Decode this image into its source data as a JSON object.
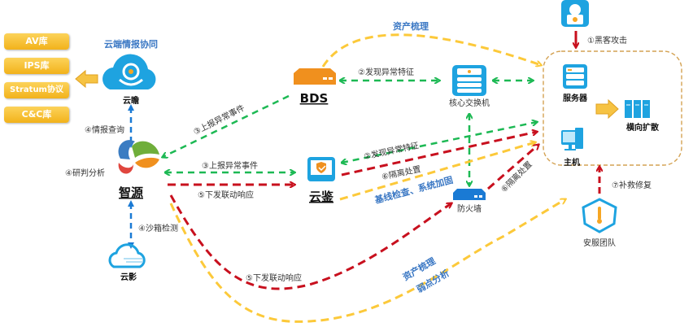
{
  "libraries": [
    "AV库",
    "IPS库",
    "Stratum协议",
    "C&C库"
  ],
  "cloud_intel_title": "云端情报协同",
  "nodes": {
    "yunzhan": "云瞻",
    "zhiyuan": "智源",
    "yunying": "云影",
    "bds": "BDS",
    "yunjian": "云鉴",
    "core_switch": "核心交换机",
    "firewall": "防火墙",
    "server": "服务器",
    "host": "主机",
    "lateral": "横向扩散",
    "security_team": "安服团队"
  },
  "labels": {
    "attack": "①黑客攻击",
    "asset_top": "资产梳理",
    "bds_discover": "②发现异常特征",
    "yj_discover": "②发现异常特征",
    "report_bds": "③上报异常事件",
    "report_yj": "③上报异常事件",
    "intel_query": "④情报查询",
    "analysis": "④研判分析",
    "sandbox": "④沙箱检测",
    "dispatch_yj": "⑤下发联动响应",
    "dispatch_fw": "⑤下发联动响应",
    "isolate_yj": "⑥隔离处置",
    "isolate_fw": "⑥隔离处置",
    "remedy": "⑦补救修复",
    "baseline": "基线检查、系统加固",
    "asset_bottom": "资产梳理",
    "weak_point": "弱点分析"
  },
  "colors": {
    "green": "#1db954",
    "red": "#c8101e",
    "yellow": "#fcc93a",
    "blue_arrow": "#1a7ad4",
    "icon_blue": "#1ea3e0",
    "orange": "#f0901e",
    "label_blue": "#3b78c4"
  }
}
